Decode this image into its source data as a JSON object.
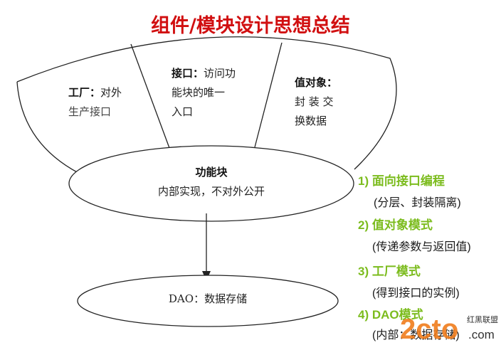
{
  "title": "组件/模块设计思想总结",
  "top_sections": [
    {
      "name": "工厂：",
      "desc_line1": "对外",
      "desc_line2": "生产接口"
    },
    {
      "name": "接口：",
      "desc_line1": "访问功",
      "desc_line2": "能块的唯一",
      "desc_line3": "入口"
    },
    {
      "name": "值对象：",
      "desc_line1": "封 装 交",
      "desc_line2": "换数据"
    }
  ],
  "core": {
    "name": "功能块",
    "desc": "内部实现，不对外公开"
  },
  "dao": {
    "label": "DAO：数据存储"
  },
  "points": [
    {
      "heading": "1) 面向接口编程",
      "detail": "(分层、封装隔离)"
    },
    {
      "heading": "2) 值对象模式",
      "detail": "(传递参数与返回值)"
    },
    {
      "heading": "3) 工厂模式",
      "detail": "(得到接口的实例)"
    },
    {
      "heading": "4) DAO模式",
      "detail": "(内部：数据存储)"
    }
  ],
  "watermark": {
    "brand": "2cto",
    "sub": "红黑联盟",
    "domain": ".com"
  }
}
